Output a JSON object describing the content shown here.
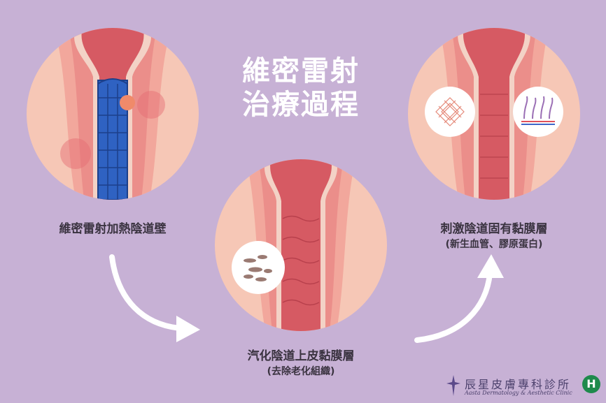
{
  "title": {
    "line1": "維密雷射",
    "line2": "治療過程"
  },
  "steps": [
    {
      "label": "維密雷射加熱陰道壁",
      "sub": ""
    },
    {
      "label": "汽化陰道上皮黏膜層",
      "sub": "(去除老化組織)"
    },
    {
      "label": "刺激陰道固有黏膜層",
      "sub": "(新生血管、膠原蛋白)"
    }
  ],
  "clinic": {
    "name": "辰星皮膚專科診所",
    "english": "Aasta Dermatology & Aesthetic Clinic",
    "badge": "H"
  },
  "colors": {
    "background": "#c7b1d5",
    "circle_bg": "#f4bfae",
    "tissue": "#e88a8a",
    "canal": "#cf4f5b",
    "probe": "#2d5fbf",
    "arrow": "#ffffff"
  }
}
